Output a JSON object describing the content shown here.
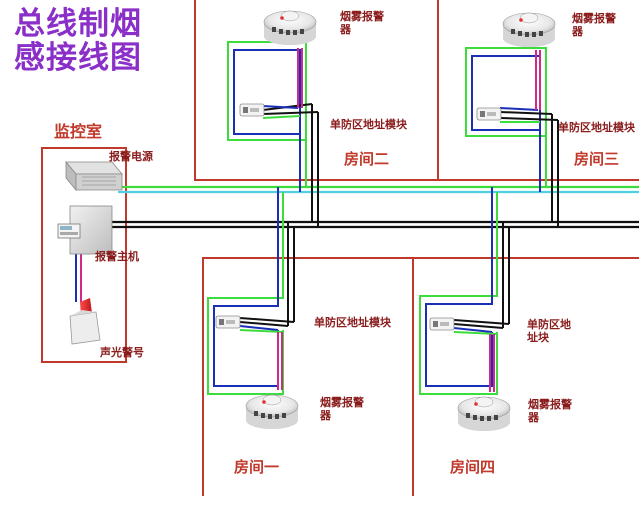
{
  "title": {
    "line1": "总线制烟",
    "line2": "感接线图"
  },
  "control_room": {
    "label": "监控室",
    "alarm_power_label": "报警电源",
    "alarm_host_label": "报警主机",
    "strobe_label": "声光警号"
  },
  "rooms": [
    {
      "name": "房间二",
      "module_label": "单防区地址模块",
      "detector_label": "烟雾报警器"
    },
    {
      "name": "房间三",
      "module_label": "单防区地址模块",
      "detector_label": "烟雾报警器"
    },
    {
      "name": "房间一",
      "module_label": "单防区地址模块",
      "detector_label": "烟雾报警器"
    },
    {
      "name": "房间四",
      "module_label": "单防区地址块",
      "detector_label": "烟雾报警器"
    }
  ],
  "colors": {
    "title": "#8b2fc9",
    "room_border": "#c0392b",
    "wire_green": "#3ddc3d",
    "wire_blue": "#1a2fb8",
    "wire_black": "#111111",
    "wire_magenta": "#d2288c",
    "wire_cyan": "#4fd0e0"
  }
}
